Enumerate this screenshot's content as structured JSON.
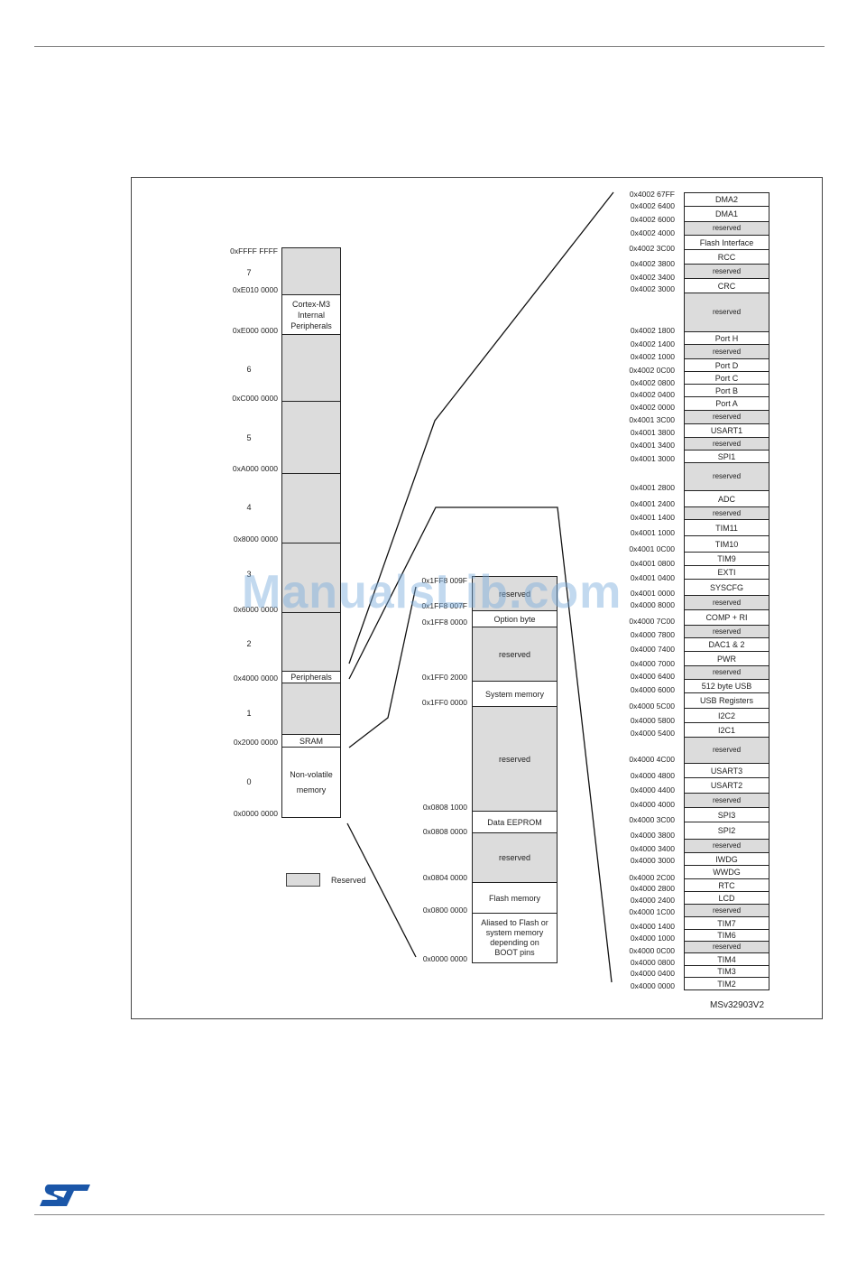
{
  "figure_id": "MSv32903V2",
  "watermark": "ManualsLib.com",
  "legend": {
    "label": "Reserved"
  },
  "logo": {
    "alt": "ST"
  },
  "main_map": {
    "addresses": [
      "0xFFFF FFFF",
      "0xE010 0000",
      "0xE000 0000",
      "0xC000 0000",
      "0xA000 0000",
      "0x8000 0000",
      "0x6000 0000",
      "0x4000 0000",
      "0x2000 0000",
      "0x0000 0000"
    ],
    "region_numbers": [
      "7",
      "6",
      "5",
      "4",
      "3",
      "2",
      "1",
      "0"
    ],
    "blocks": [
      "",
      "Cortex-M3\nInternal\nPeripherals",
      "",
      "",
      "",
      "",
      "",
      "Peripherals",
      "",
      "SRAM",
      "Non-volatile\nmemory"
    ]
  },
  "mid_map": {
    "addresses": [
      "0x1FF8 009F",
      "0x1FF8 007F",
      "0x1FF8 0000",
      "0x1FF0 2000",
      "0x1FF0 0000",
      "0x0808 1000",
      "0x0808 0000",
      "0x0804 0000",
      "0x0800 0000",
      "0x0000 0000"
    ],
    "blocks": [
      "reserved",
      "Option byte",
      "reserved",
      "System memory",
      "reserved",
      "Data EEPROM",
      "reserved",
      "Flash memory",
      "Aliased to Flash or\nsystem memory\ndepending on\nBOOT pins"
    ]
  },
  "periph_map": {
    "addresses": [
      "0x4002 67FF",
      "0x4002 6400",
      "0x4002 6000",
      "0x4002 4000",
      "0x4002 3C00",
      "0x4002 3800",
      "0x4002 3400",
      "0x4002 3000",
      "0x4002 1800",
      "0x4002 1400",
      "0x4002 1000",
      "0x4002 0C00",
      "0x4002 0800",
      "0x4002 0400",
      "0x4002 0000",
      "0x4001 3C00",
      "0x4001 3800",
      "0x4001 3400",
      "0x4001 3000",
      "0x4001 2800",
      "0x4001 2400",
      "0x4001 1400",
      "0x4001 1000",
      "0x4001 0C00",
      "0x4001 0800",
      "0x4001 0400",
      "0x4001 0000",
      "0x4000 8000",
      "0x4000 7C00",
      "0x4000 7800",
      "0x4000 7400",
      "0x4000 7000",
      "0x4000 6400",
      "0x4000 6000",
      "0x4000 5C00",
      "0x4000 5800",
      "0x4000 5400",
      "0x4000 4C00",
      "0x4000 4800",
      "0x4000 4400",
      "0x4000 4000",
      "0x4000 3C00",
      "0x4000 3800",
      "0x4000 3400",
      "0x4000 3000",
      "0x4000 2C00",
      "0x4000 2800",
      "0x4000 2400",
      "0x4000 1C00",
      "0x4000 1400",
      "0x4000 1000",
      "0x4000 0C00",
      "0x4000 0800",
      "0x4000 0400",
      "0x4000 0000"
    ],
    "blocks": [
      "DMA2",
      "DMA1",
      "reserved",
      "Flash Interface",
      "RCC",
      "reserved",
      "CRC",
      "reserved",
      "Port H",
      "reserved",
      "Port D",
      "Port C",
      "Port B",
      "Port A",
      "reserved",
      "USART1",
      "reserved",
      "SPI1",
      "reserved",
      "ADC",
      "reserved",
      "TIM11",
      "TIM10",
      "TIM9",
      "EXTI",
      "SYSCFG",
      "reserved",
      "COMP + RI",
      "reserved",
      "DAC1 & 2",
      "PWR",
      "reserved",
      "512 byte USB",
      "USB Registers",
      "I2C2",
      "I2C1",
      "reserved",
      "USART3",
      "USART2",
      "reserved",
      "SPI3",
      "SPI2",
      "reserved",
      "IWDG",
      "WWDG",
      "RTC",
      "LCD",
      "reserved",
      "TIM7",
      "TIM6",
      "reserved",
      "TIM4",
      "TIM3",
      "TIM2"
    ]
  }
}
